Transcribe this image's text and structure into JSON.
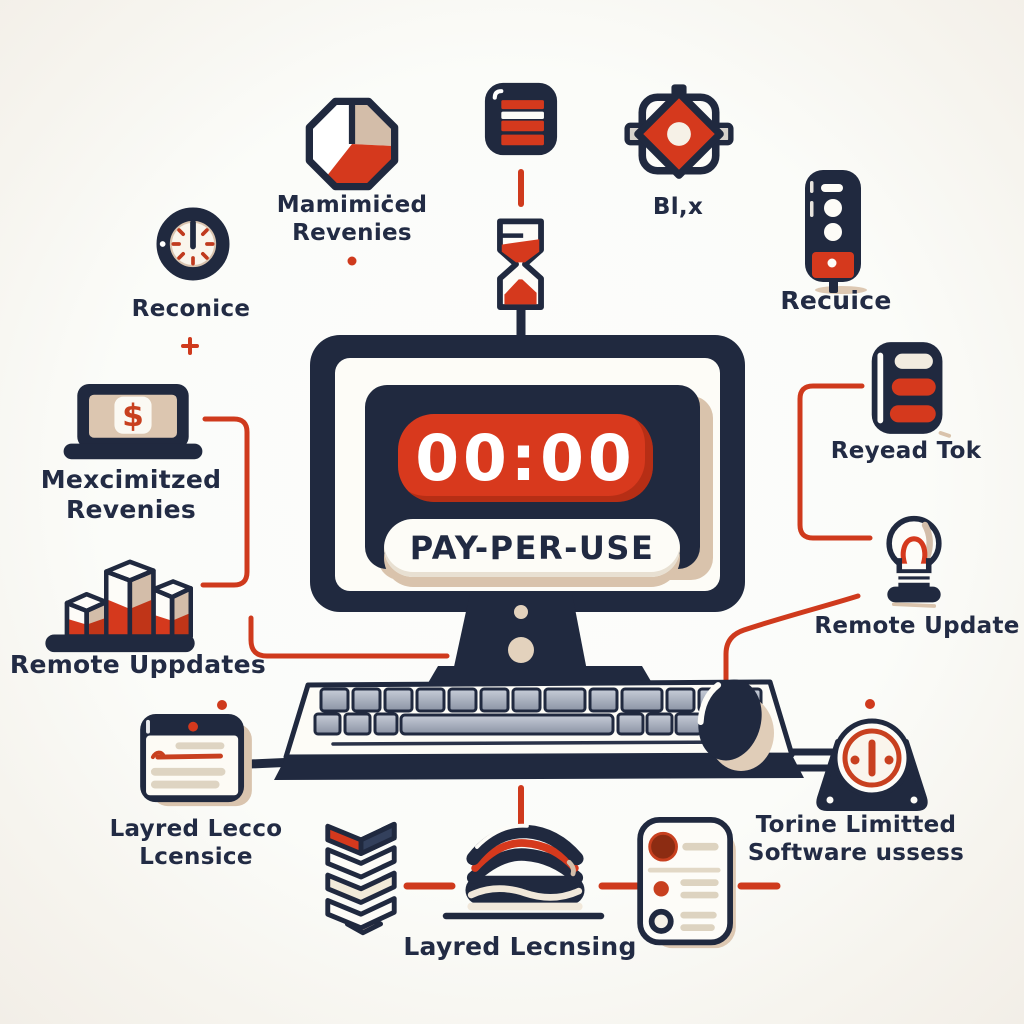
{
  "title": "Pay-Per-Use software licensing infographic",
  "colors": {
    "navy": "#20293f",
    "red": "#d5391d",
    "dark_red": "#8c2c12",
    "tan": "#d9c3ac",
    "cream": "#f6f1e6",
    "background": "#fbfcf9",
    "key_gray": "#9aa2b2"
  },
  "monitor": {
    "timer": "00:00",
    "banner": "PAY-PER-USE"
  },
  "nodes": {
    "pie": {
      "line1": "Mamimiċed",
      "line2": "Revenies",
      "icon": "pie-chart-icon"
    },
    "clock": {
      "label": "Reconice",
      "icon": "clock-icon"
    },
    "list": {
      "icon": "list-panel-icon"
    },
    "hourglass": {
      "icon": "hourglass-icon"
    },
    "box": {
      "label": "Bl,x",
      "icon": "diamond-box-icon"
    },
    "remote": {
      "label": "Recuice",
      "icon": "remote-control-icon"
    },
    "tok": {
      "label": "Reyead Tok",
      "icon": "token-device-icon"
    },
    "bulb": {
      "label": "Remote Update",
      "icon": "lightbulb-icon"
    },
    "laptop": {
      "line1": "Mexcimitzed",
      "line2": "Revenies",
      "icon": "laptop-dollar-icon"
    },
    "barchart": {
      "label": "Remote Uppdates",
      "icon": "bar-chart-icon"
    },
    "browser": {
      "line1": "Layred Lecco",
      "line2": "Lcensice",
      "icon": "browser-window-icon"
    },
    "layers": {
      "label": "Layred Lecnsing",
      "icon_left": "chevron-stack-icon",
      "icon_right": "layer-cake-icon"
    },
    "checklist": {
      "icon": "checklist-icon"
    },
    "gauge": {
      "line1": "Torine Limitted",
      "line2": "Software ussess",
      "icon": "gauge-icon"
    }
  }
}
